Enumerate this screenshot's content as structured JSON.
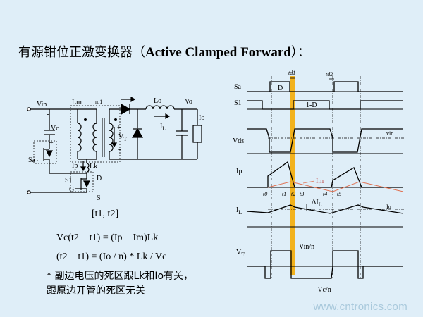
{
  "title": {
    "zh": "有源钳位正激变换器（",
    "en": "Active Clamped Forward",
    "tail": "）："
  },
  "circuit": {
    "vin": "Vin",
    "vc": "Vc",
    "sa": "Sa",
    "lm": "Lm",
    "ratio": "n:1",
    "vt": "V",
    "vt_sub": "T",
    "ip": "Ip",
    "lk": "Lk",
    "s1": "S1",
    "g": "G",
    "d": "D",
    "s": "S",
    "lo": "Lo",
    "il": "I",
    "il_sub": "L",
    "vo": "Vo",
    "io": "Io",
    "minus": "-",
    "plus": "+"
  },
  "interval": "[t1, t2]",
  "equations": {
    "eq1": "Vc(t2 − t1) = (Ip − Im)Lk",
    "eq2": "(t2 − t1) = (Io / n) * Lk / Vc"
  },
  "note": {
    "line1": "* 副边电压的死区跟Lk和Io有关，",
    "line2": "跟原边开管的死区无关"
  },
  "waveforms": {
    "td1": "td1",
    "td2": "td2",
    "sa": "Sa",
    "d_label": "D",
    "s1": "S1",
    "one_minus_d": "1-D",
    "vds": "Vds",
    "vin_small": "vin",
    "ip": "Ip",
    "im": "Im",
    "t0": "t0",
    "t1": "t1",
    "t2": "t2",
    "t3": "t3",
    "t4": "t4",
    "t5": "t5",
    "il": "I",
    "il_sub": "L",
    "delta_il": "ΔI",
    "delta_il_sub": "L",
    "io_small": "Io",
    "vt": "V",
    "vt_sub": "T",
    "vin_over_n": "Vin/n",
    "neg_vc_over_n": "-Vc/n"
  },
  "colors": {
    "background": "#dfeef8",
    "highlight": "#f2b21d",
    "im_line": "#e07050",
    "wire": "#000000"
  },
  "watermark": "www.cntronics.com"
}
